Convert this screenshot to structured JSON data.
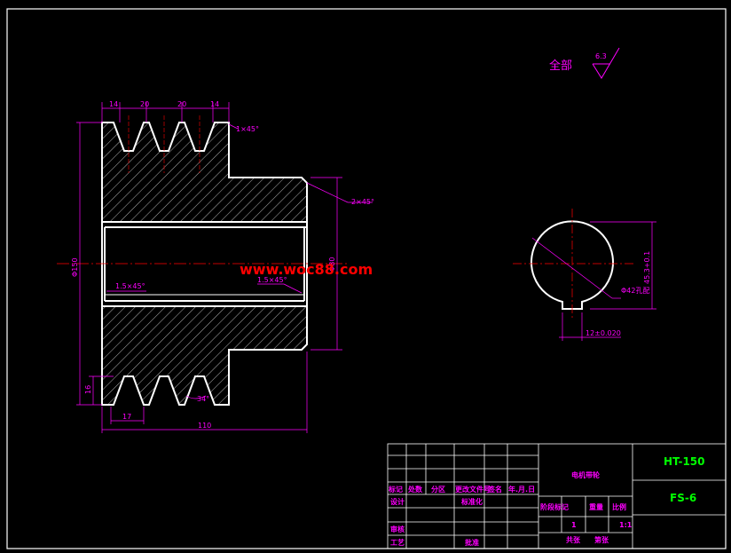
{
  "roughness": {
    "label": "全部",
    "value": "6.3"
  },
  "watermark": "www.woc88.com",
  "dims": {
    "groove_14a": "14",
    "groove_20a": "20",
    "groove_20b": "20",
    "groove_14b": "14",
    "chamfer_1x45": "1×45°",
    "chamfer_2x45": "2×45°",
    "chamfer_15x45_left": "1.5×45°",
    "chamfer_15x45_right": "1.5×45°",
    "dia_150": "Φ150",
    "dia_hub": "Φ80",
    "groove_depth": "16",
    "groove_pitch": "17",
    "angle": "34°",
    "length": "110",
    "hole_dia": "Φ42孔配",
    "key_depth": "45.3+0.1",
    "key_width": "12±0.020"
  },
  "title_block": {
    "part_name": "电机带轮",
    "material": "HT-150",
    "drawing_no": "FS-6",
    "header": {
      "mark": "标记",
      "count": "处数",
      "zone": "分区",
      "change_doc": "更改文件号",
      "sign": "签名",
      "date": "年.月.日"
    },
    "row_labels": {
      "design": "设计",
      "standardize": "标准化",
      "review": "审核",
      "process": "工艺",
      "approve": "批准"
    },
    "right_header": {
      "stage_mark": "阶段标记",
      "weight": "重量",
      "scale": "比例"
    },
    "values": {
      "qty": "1",
      "scale": "1:1"
    },
    "footer": {
      "sheets": "共张",
      "sheet": "第张"
    }
  }
}
